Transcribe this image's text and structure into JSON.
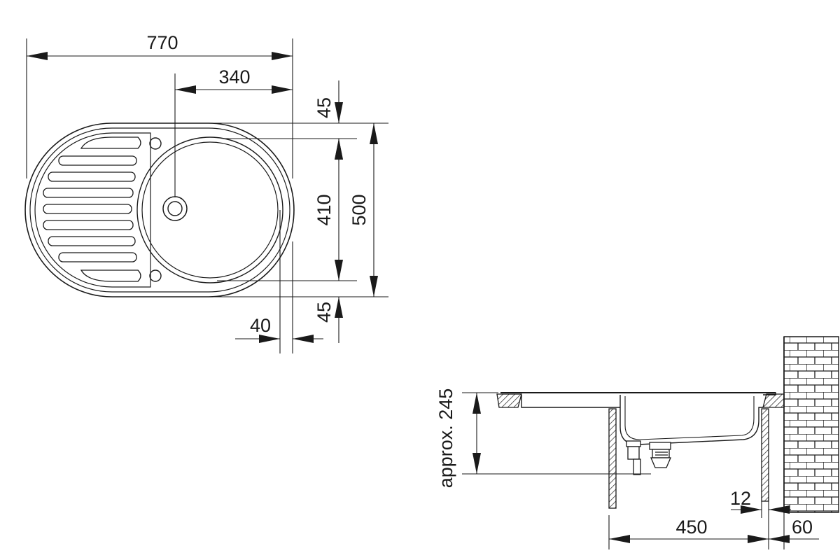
{
  "top_view": {
    "overall_length": "770",
    "bowl_center_to_edge": "340",
    "rim_top": "45",
    "bowl_width": "410",
    "overall_width": "500",
    "rim_bottom": "45",
    "bowl_edge_offset": "40"
  },
  "side_view": {
    "depth_label": "approx. 245",
    "wall_thickness": "12",
    "cabinet_width": "450",
    "wall_clearance": "60"
  },
  "colors": {
    "line": "#1a1a1a",
    "background": "#ffffff"
  }
}
